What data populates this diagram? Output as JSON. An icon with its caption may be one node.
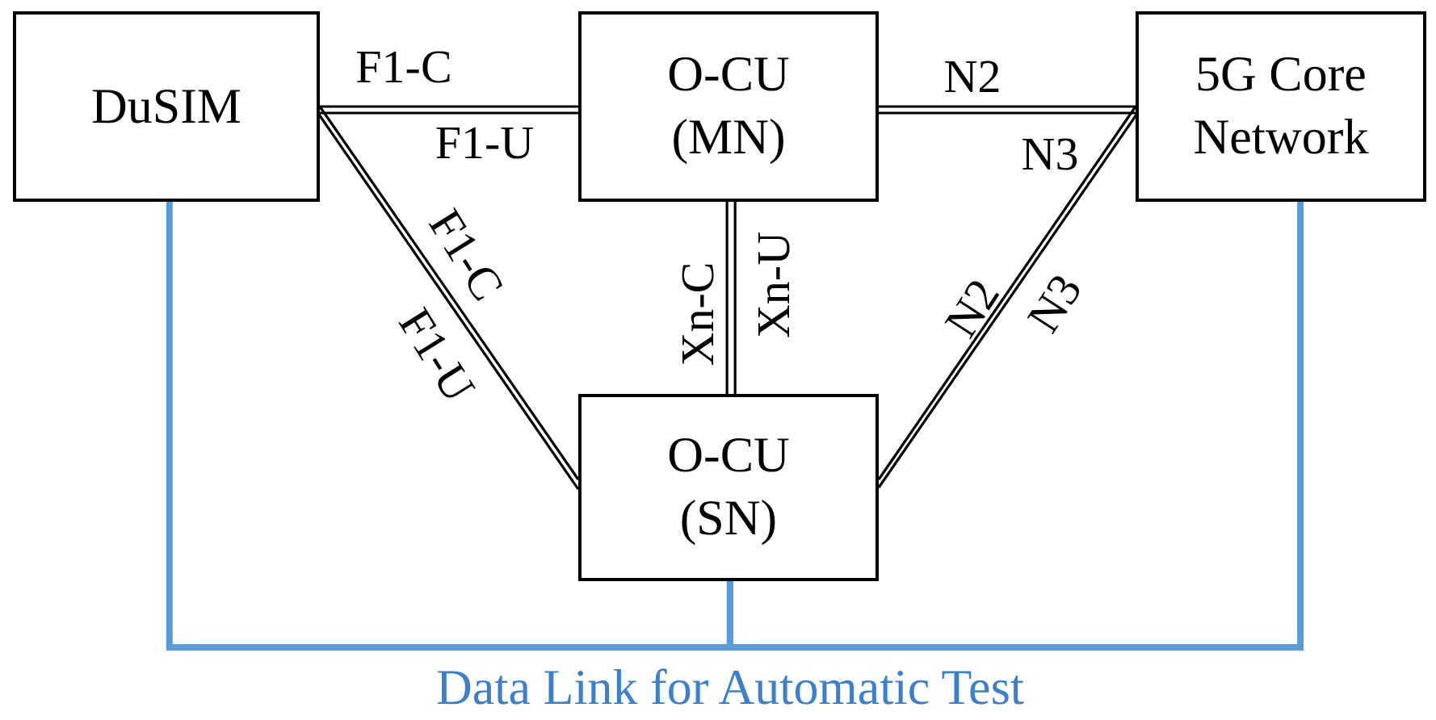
{
  "diagram": {
    "nodes": [
      {
        "text": [
          "DuSIM"
        ]
      },
      {
        "text": [
          "O-CU (MN)"
        ]
      },
      {
        "text": [
          "5G Core Network"
        ]
      },
      {
        "text": [
          "O-CU (SN)"
        ]
      }
    ],
    "edges": [
      {
        "from": 0,
        "to": 1,
        "arrow": "none",
        "label": "F1-C"
      },
      {
        "from": 0,
        "to": 1,
        "arrow": "none",
        "label": "F1-U"
      },
      {
        "from": 1,
        "to": 2,
        "arrow": "none",
        "label": "N2"
      },
      {
        "from": 1,
        "to": 2,
        "arrow": "none",
        "label": "N3"
      },
      {
        "from": 0,
        "to": 3,
        "arrow": "none",
        "label": "F1-C"
      },
      {
        "from": 0,
        "to": 3,
        "arrow": "none",
        "label": "F1-U"
      },
      {
        "from": 1,
        "to": 3,
        "arrow": "none",
        "label": "Xn-C"
      },
      {
        "from": 1,
        "to": 3,
        "arrow": "none",
        "label": "Xn-U"
      },
      {
        "from": 2,
        "to": 3,
        "arrow": "none",
        "label": "N2"
      },
      {
        "from": 2,
        "to": 3,
        "arrow": "none",
        "label": "N3"
      },
      {
        "from": 0,
        "to": 3,
        "arrow": "none",
        "style": "thick",
        "color": "#5b9bd5"
      },
      {
        "from": 2,
        "to": 3,
        "arrow": "none",
        "style": "thick",
        "color": "#5b9bd5"
      }
    ],
    "labels": [
      "Data Link for Automatic Test"
    ]
  }
}
